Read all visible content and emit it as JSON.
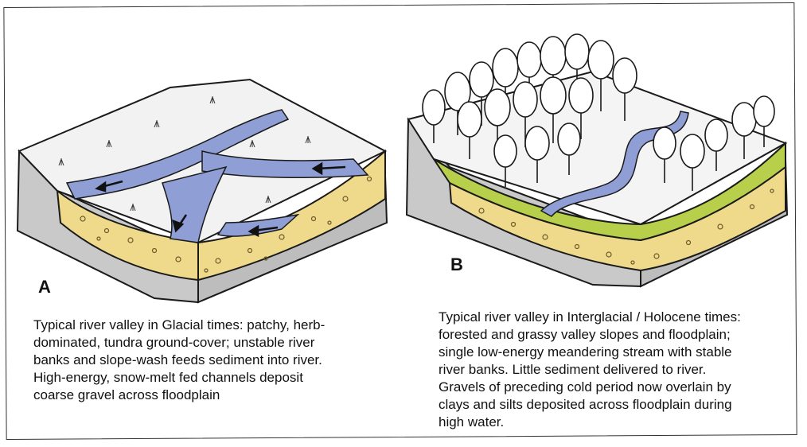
{
  "panel_a": {
    "label": "A",
    "caption": "Typical river valley in Glacial times: patchy, herb-\ndominated, tundra ground-cover; unstable river\nbanks and slope-wash feeds sediment into river.\nHigh-energy, snow-melt fed channels deposit\ncoarse gravel across floodplain"
  },
  "panel_b": {
    "label": "B",
    "caption": "Typical river valley in Interglacial / Holocene times:\nforested and grassy valley slopes and floodplain;\nsingle low-energy meandering stream with stable\nriver banks. Little sediment delivered to river.\nGravels of preceding cold period now overlain by\nclays and silts deposited across floodplain during\nhigh water."
  },
  "colors": {
    "water": "#8f9fd6",
    "gravel": "#efd98a",
    "grass": "#b7cf4a",
    "rock": "#bdbdbd",
    "outline": "#1a1a1a"
  }
}
